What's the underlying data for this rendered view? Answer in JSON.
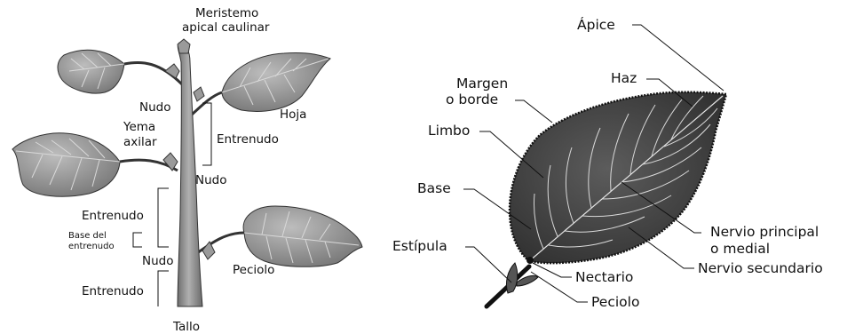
{
  "plant": {
    "meristem_line1": "Meristemo",
    "meristem_line2": "apical caulinar",
    "hoja": "Hoja",
    "nudo_upper": "Nudo",
    "entrenudo_upper": "Entrenudo",
    "yema_line1": "Yema",
    "yema_line2": "axilar",
    "nudo_middle": "Nudo",
    "entrenudo_middle": "Entrenudo",
    "base_line1": "Base del",
    "base_line2": "entrenudo",
    "nudo_lower": "Nudo",
    "peciolo": "Peciolo",
    "entrenudo_lower": "Entrenudo",
    "tallo": "Tallo"
  },
  "leaf": {
    "apice": "Ápice",
    "haz": "Haz",
    "margen_line1": "Margen",
    "margen_line2": "o borde",
    "limbo": "Limbo",
    "base": "Base",
    "estipula": "Estípula",
    "nectario": "Nectario",
    "peciolo": "Peciolo",
    "nervio_principal_line1": "Nervio principal",
    "nervio_principal_line2": "o medial",
    "nervio_secundario": "Nervio secundario"
  },
  "colors": {
    "stem": "#8f8f8f",
    "plant_leaf": "#8c8c8c",
    "detail_leaf": "#4a4a4a",
    "label": "#111111"
  }
}
